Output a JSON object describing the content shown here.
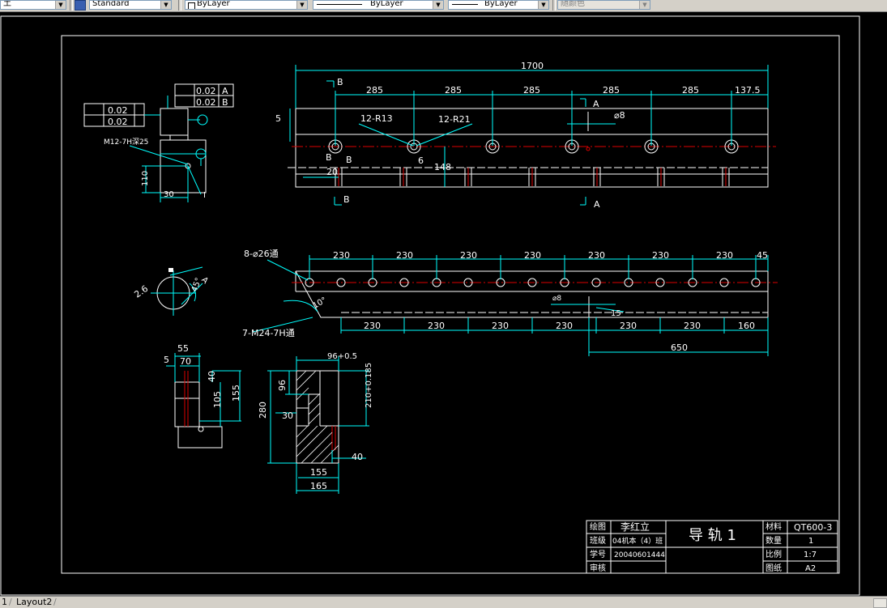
{
  "toolbar": {
    "layer_combo": "土",
    "text_style": "Standard",
    "color": "ByLayer",
    "linetype": "ByLayer",
    "lineweight": "ByLayer",
    "plot_style": "随颜色"
  },
  "tabs": {
    "first": "1",
    "layout2": "Layout2"
  },
  "drawing": {
    "top_view": {
      "overall_length": "1700",
      "spacings": [
        "285",
        "285",
        "285",
        "285",
        "285",
        "137.5"
      ],
      "section_b_top": "B",
      "section_b_mid": "B",
      "section_b_mid2": "B",
      "section_b_bottom": "B",
      "section_a_top": "A",
      "section_a_bottom": "A",
      "dim_5": "5",
      "dim_12_r13": "12-R13",
      "dim_12_r21": "12-R21",
      "dim_phi8": "⌀8",
      "dim_6": "6",
      "dim_148": "148",
      "dim_20": "20"
    },
    "bottom_view": {
      "holes_label": "8-⌀26通",
      "tapped_label": "7-M24-7H通",
      "dim_10": "10°",
      "top_spacings": [
        "230",
        "230",
        "230",
        "230",
        "230",
        "230",
        "230",
        "45"
      ],
      "bottom_spacings": [
        "230",
        "230",
        "230",
        "230",
        "230",
        "230",
        "160"
      ],
      "dim_650": "650",
      "dim_phi8": "⌀8",
      "dim_15": "15"
    },
    "left_view": {
      "tol_02_a": "0.02",
      "tol_02_b": "0.02",
      "datum_a": "A",
      "datum_b": "B",
      "tol_02_a_left": "0.02",
      "tol_02_b_left": "0.02",
      "thread_label": "M12-7H深25",
      "dim_110": "110",
      "dim_30": "30",
      "marker_i": "I"
    },
    "circle_detail": {
      "dim_26": "2.6",
      "dim_45": "45°",
      "label_a": "A"
    },
    "section_small": {
      "dim_55": "55",
      "dim_5": "5",
      "dim_70": "70",
      "dim_40": "40",
      "dim_105": "105",
      "dim_155": "155"
    },
    "section_large": {
      "dim_96": "96+0.5",
      "dim_96_side": "96",
      "dim_280": "280",
      "dim_30": "30",
      "dim_210": "210+0.185",
      "dim_40": "40",
      "dim_155": "155",
      "dim_165": "165"
    },
    "title_block": {
      "drawn_label": "绘图",
      "drawn_name": "李红立",
      "class_label": "班级",
      "class_value": "04机本（4）班",
      "id_label": "学号",
      "id_value": "20040601444",
      "review_label": "审核",
      "part_name": "导 轨 1",
      "material_label": "材料",
      "material_value": "QT600-3",
      "qty_label": "数量",
      "qty_value": "1",
      "scale_label": "比例",
      "scale_value": "1:7",
      "sheet_label": "图纸",
      "sheet_value": "A2"
    }
  }
}
